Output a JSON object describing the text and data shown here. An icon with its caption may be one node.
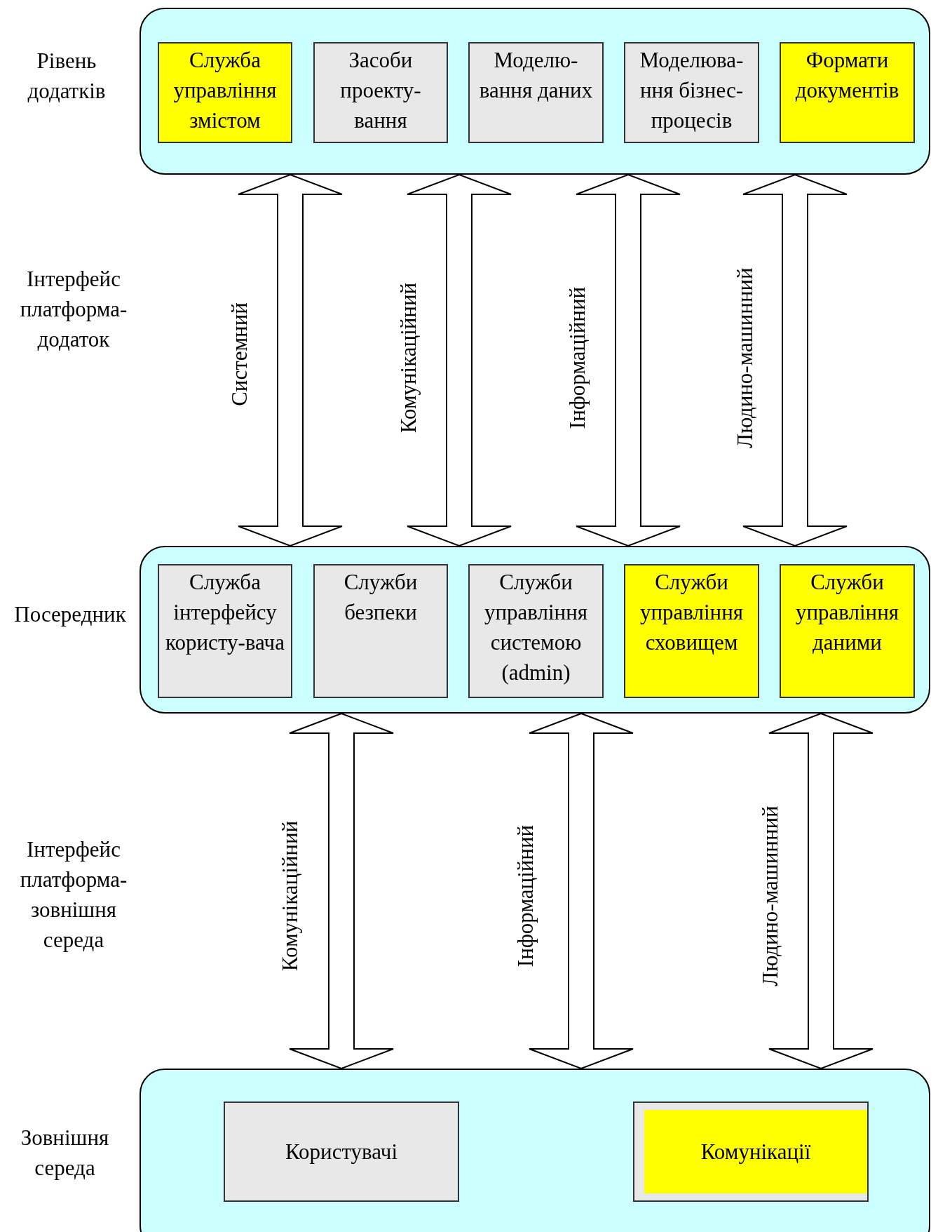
{
  "diagram": {
    "nodes": [
      {
        "text": [],
        "shape": "box"
      },
      {
        "text": [
          "Служба управління змістом"
        ],
        "in": 0
      },
      {
        "text": [
          "Засоби проекту-вання"
        ],
        "in": 0
      },
      {
        "text": [
          "Моделю-вання даних"
        ],
        "in": 0
      },
      {
        "text": [
          "Моделюва-ння бізнес-процесів"
        ],
        "in": 0
      },
      {
        "text": [
          "Формати документів"
        ],
        "in": 0
      },
      {
        "text": [],
        "shape": "box"
      },
      {
        "text": [
          "Служба інтерфейсу користу-вача"
        ],
        "in": 6
      },
      {
        "text": [
          "Служби безпеки"
        ],
        "in": 6
      },
      {
        "text": [
          "Служби управління системою (admin)"
        ],
        "in": 6
      },
      {
        "text": [
          "Служби управління сховищем"
        ],
        "in": 6
      },
      {
        "text": [
          "Служби управління даними"
        ],
        "in": 6
      },
      {
        "text": [],
        "shape": "box"
      },
      {
        "text": [
          "Користувачі"
        ],
        "in": 12
      },
      {
        "text": [
          "Комунікації"
        ],
        "in": 12
      }
    ],
    "edges": [
      {
        "from": 0,
        "to": 6,
        "arrow": "both",
        "label": "Системний"
      },
      {
        "from": 0,
        "to": 6,
        "arrow": "both",
        "label": "Комунікаційний"
      },
      {
        "from": 0,
        "to": 6,
        "arrow": "both",
        "label": "Інформаційний"
      },
      {
        "from": 0,
        "to": 6,
        "arrow": "both",
        "label": "Людино-машинний"
      },
      {
        "from": 6,
        "to": 12,
        "arrow": "both",
        "label": "Комунікаційний"
      },
      {
        "from": 6,
        "to": 12,
        "arrow": "both",
        "label": "Інформаційний"
      },
      {
        "from": 6,
        "to": 12,
        "arrow": "both",
        "label": "Людино-машинний"
      }
    ],
    "labels": [
      "Рівень додатків",
      "Інтерфейс платформа-додаток",
      "Посередник",
      "Інтерфейс платформа-зовнішня середа",
      "Зовнішня середа"
    ]
  }
}
